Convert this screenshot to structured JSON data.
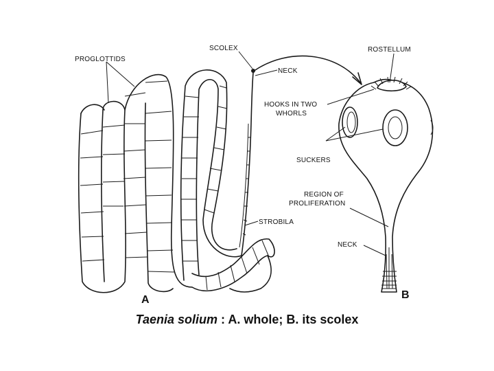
{
  "labels": {
    "proglottids": "PROGLOTTIDS",
    "scolex": "SCOLEX",
    "neck_a": "NECK",
    "rostellum": "ROSTELLUM",
    "hooks_line1": "HOOKS IN TWO",
    "hooks_line2": "WHORLS",
    "suckers": "SUCKERS",
    "region_line1": "REGION OF",
    "region_line2": "PROLIFERATION",
    "strobila": "STROBILA",
    "neck_b": "NECK",
    "letter_a": "A",
    "letter_b": "B"
  },
  "caption": {
    "species": "Taenia solium",
    "rest": " : A. whole; B. its scolex"
  },
  "colors": {
    "ink": "#1a1a1a",
    "background": "#ffffff"
  }
}
